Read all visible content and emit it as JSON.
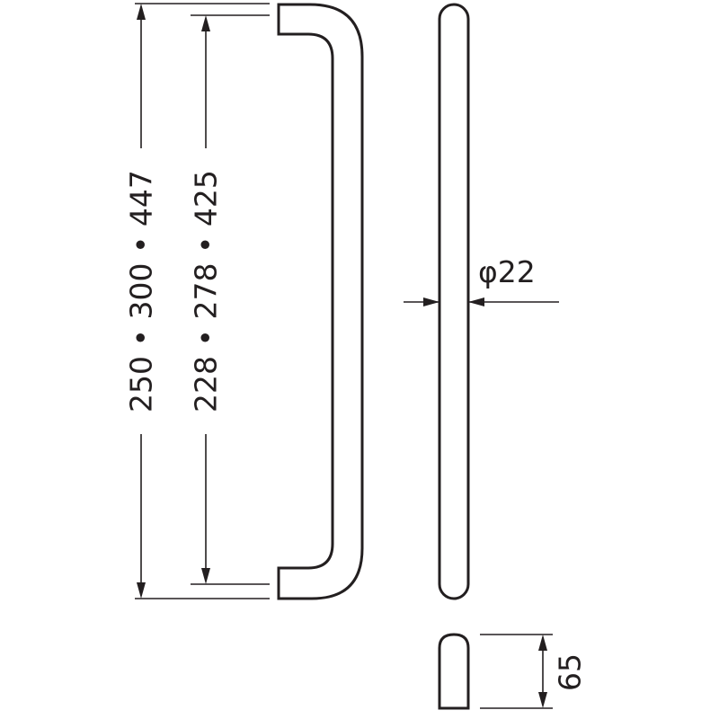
{
  "drawing": {
    "overall_length_label": "250 • 300 • 447",
    "center_distance_label": "228 • 278 • 425",
    "diameter_label": "φ22",
    "height_label": "65",
    "colors": {
      "line": "#231f20",
      "background": "#ffffff"
    }
  }
}
